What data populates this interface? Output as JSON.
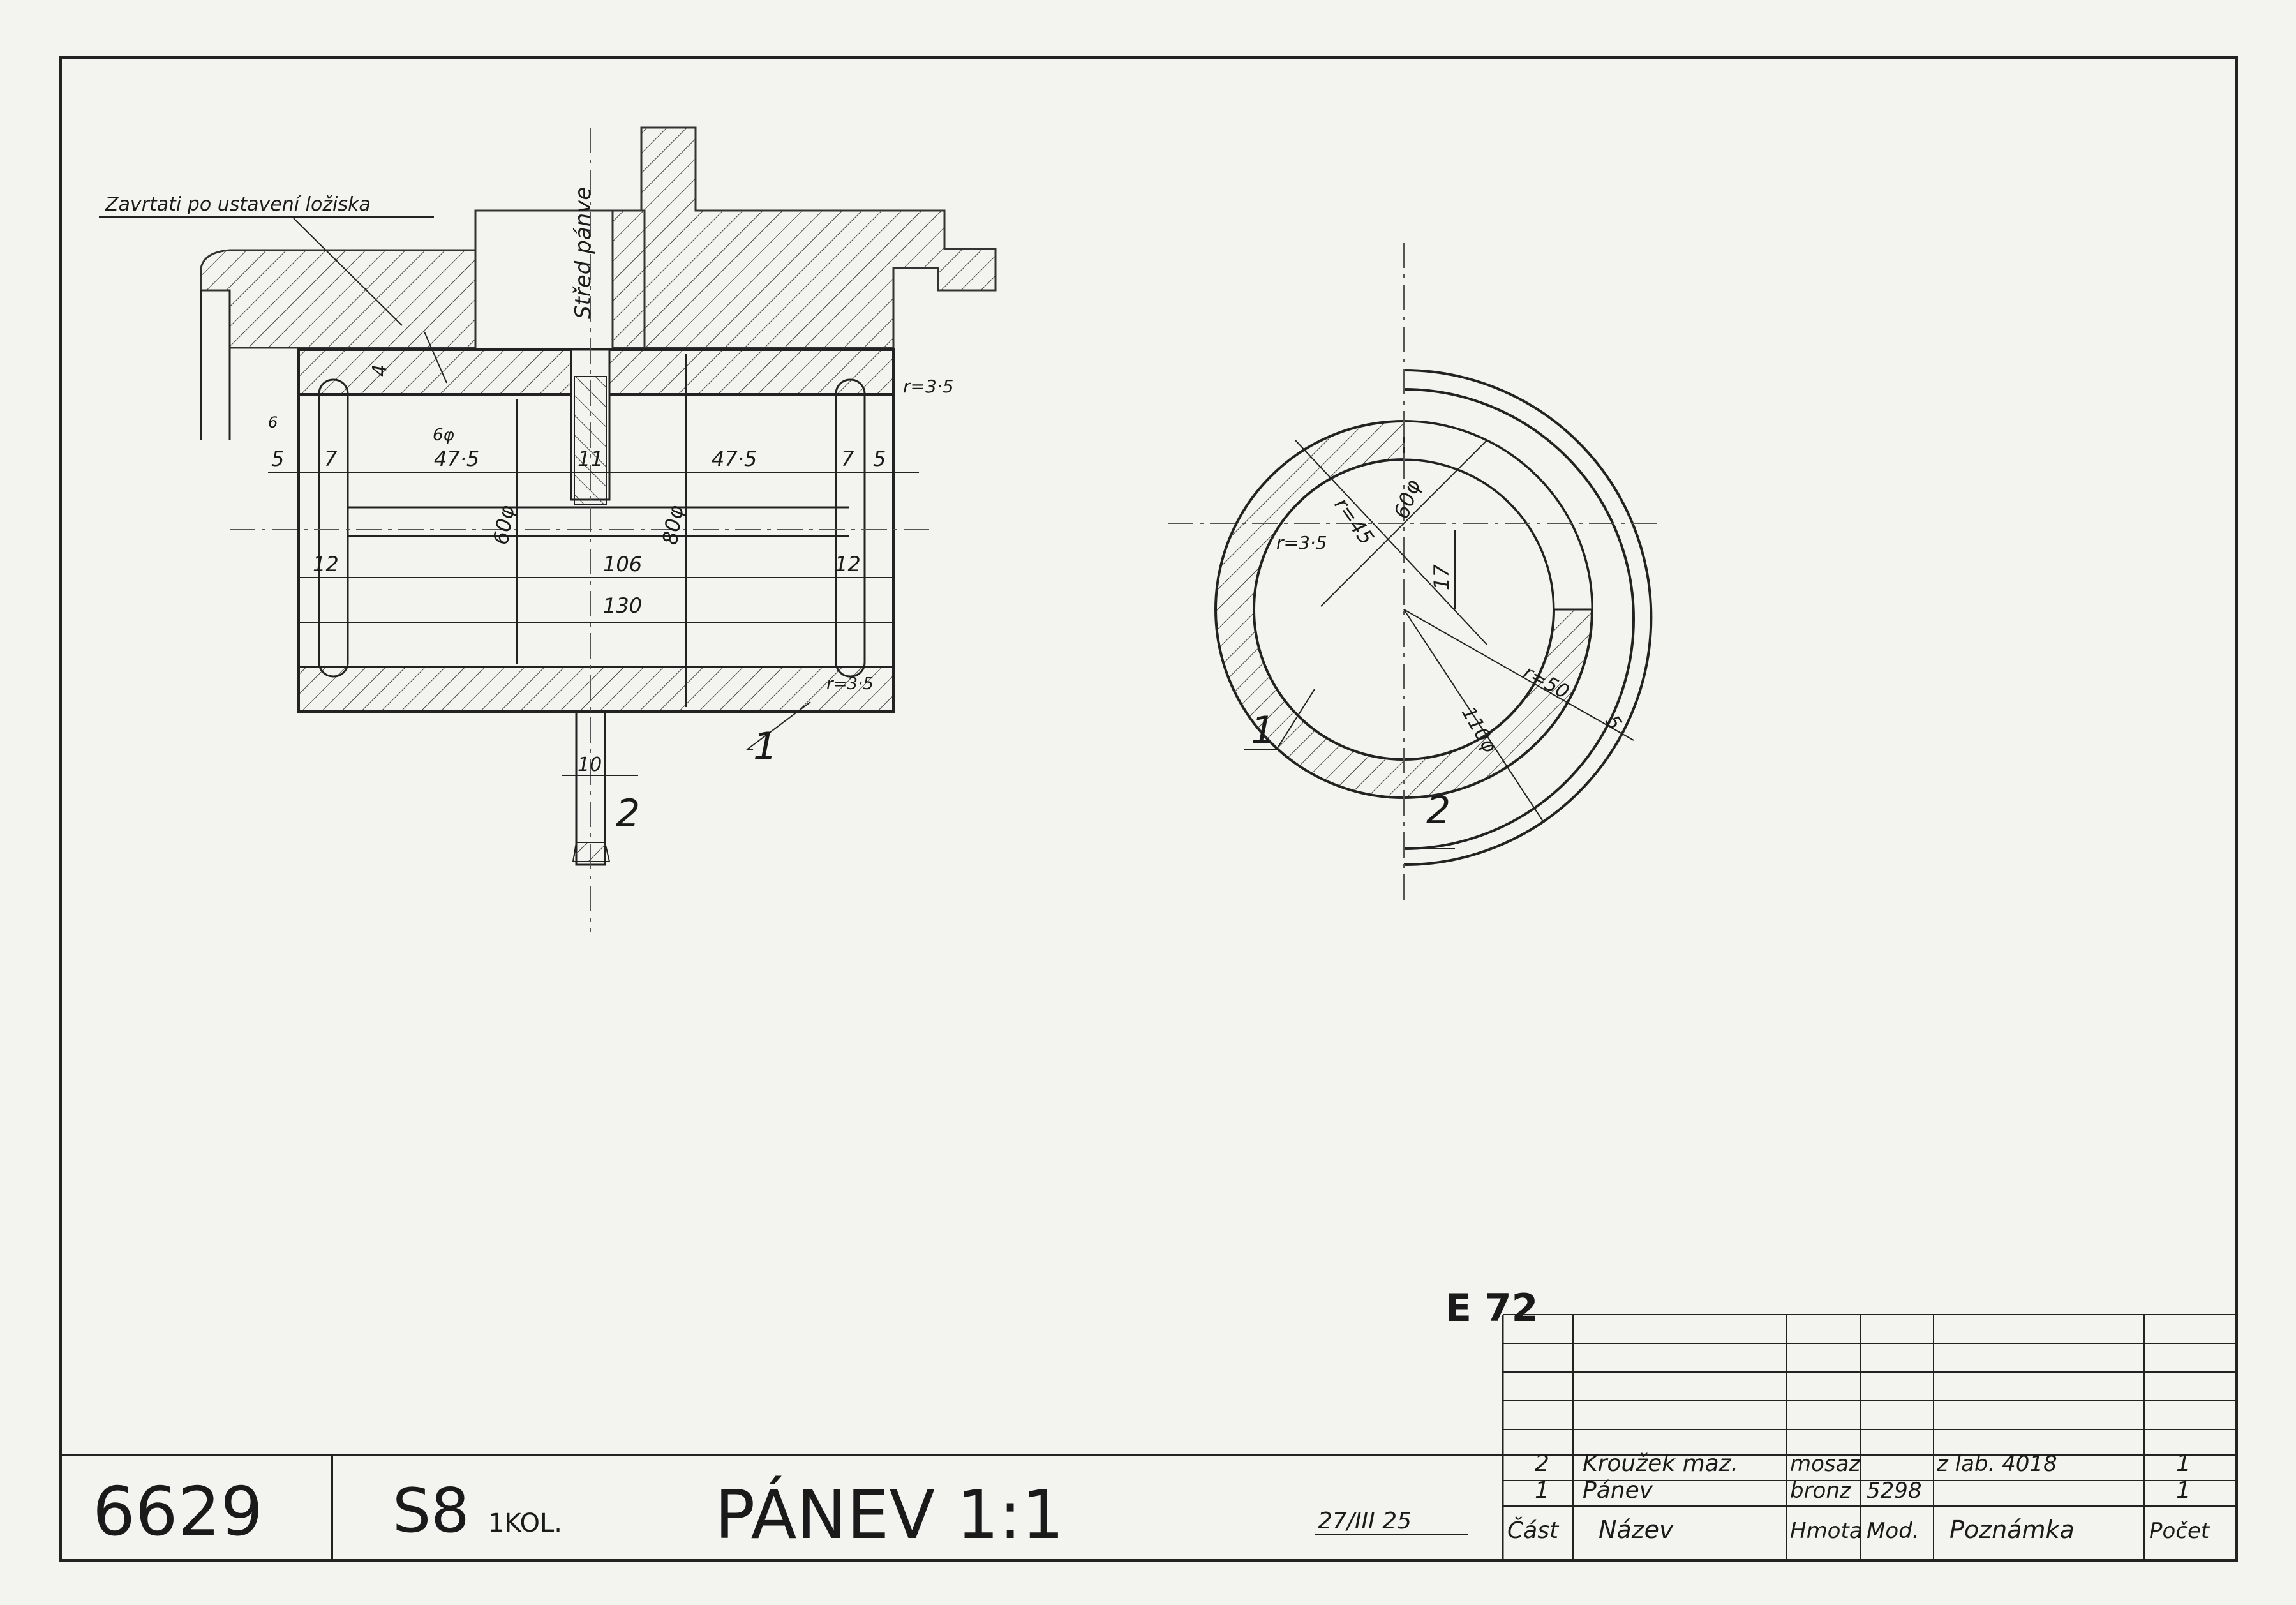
{
  "annotations": {
    "note_leader": "Zavrtati po ustavení ložiska",
    "center_label": "Střed pánve",
    "dims_section": {
      "d4": "4",
      "d6": "6",
      "d5_left": "5",
      "d7_left": "7",
      "d475_left": "47·5",
      "d11": "11",
      "d475_right": "47·5",
      "d7_right": "7",
      "d5_right": "5",
      "d60": "60φ",
      "d80": "80φ",
      "d12_left": "12",
      "d106": "106",
      "d12_right": "12",
      "d130": "130",
      "r_top": "r=3·5",
      "r_bottom": "r=3·5",
      "d64": "6φ",
      "d10": "10"
    },
    "dims_end": {
      "r45": "r=45",
      "d60": "60φ",
      "r35": "r=3·5",
      "d17": "17",
      "r50": "r=50",
      "d110": "110φ",
      "d5": "5"
    },
    "part_1": "1",
    "part_2": "2",
    "part_1b": "1",
    "part_2b": "2"
  },
  "stamp": "E 72",
  "title_block": {
    "drawing_number": "6629",
    "model": "S8",
    "qty_note": "1KOL.",
    "title": "PÁNEV 1:1",
    "date": "27/III 25",
    "parts": [
      {
        "pos": "2",
        "name": "Kroužek maz.",
        "material": "mosaz",
        "model": "",
        "note": "z lab. 4018",
        "count": "1"
      },
      {
        "pos": "1",
        "name": "Pánev",
        "material": "bronz",
        "model": "5298",
        "note": "",
        "count": "1"
      }
    ],
    "headers": {
      "pos": "Část",
      "name": "Název",
      "material": "Hmota",
      "model": "Mod.",
      "note": "Poznámka",
      "count": "Počet"
    }
  },
  "colors": {
    "paper": "#f3f3ef",
    "ink": "#222222"
  }
}
